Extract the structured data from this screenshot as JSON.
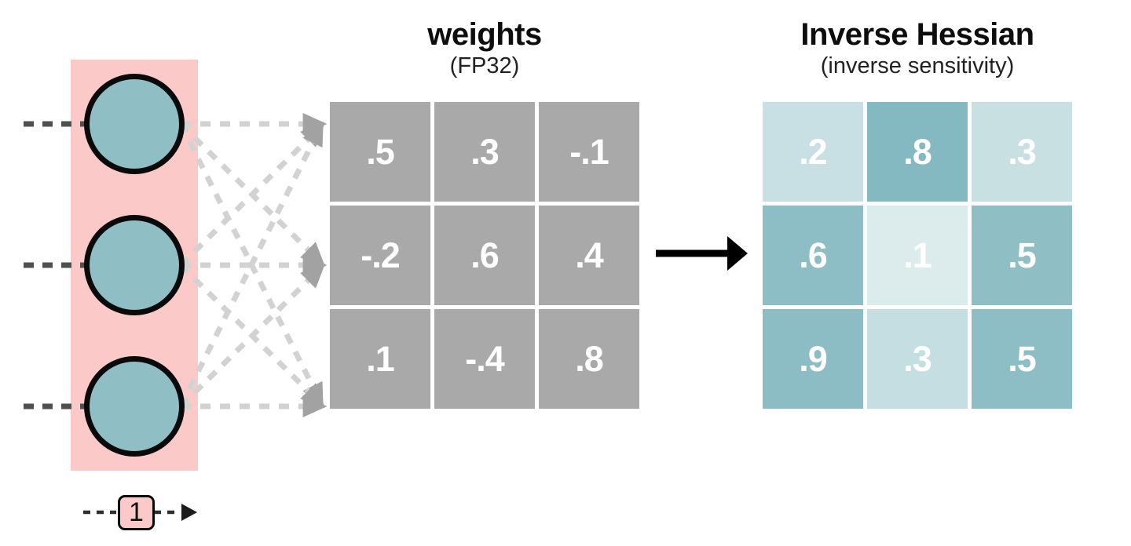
{
  "weights": {
    "title": "weights",
    "subtitle": "(FP32)",
    "cells": [
      ".5",
      ".3",
      "-.1",
      "-.2",
      ".6",
      ".4",
      ".1",
      "-.4",
      ".8"
    ]
  },
  "hessian": {
    "title": "Inverse Hessian",
    "subtitle": "(inverse sensitivity)",
    "cells": [
      {
        "value": ".2",
        "color": "#c8dfe3"
      },
      {
        "value": ".8",
        "color": "#85b9c1"
      },
      {
        "value": ".3",
        "color": "#c9e0e3"
      },
      {
        "value": ".6",
        "color": "#8dbec5"
      },
      {
        "value": ".1",
        "color": "#dcebec"
      },
      {
        "value": ".5",
        "color": "#8fbfc5"
      },
      {
        "value": ".9",
        "color": "#8cbdc4"
      },
      {
        "value": ".3",
        "color": "#c5dee2"
      },
      {
        "value": ".5",
        "color": "#8dbec5"
      }
    ]
  },
  "bias": {
    "label": "1"
  },
  "colors": {
    "input_highlight": "#fcc9c9",
    "neuron_fill": "#8fbec4",
    "weight_cell": "#a9a9a9",
    "matrix_text": "#ffffff",
    "input_dash": "#4f4f4f",
    "connection_dash": "#d2d2d2",
    "arrow_black": "#000000"
  }
}
